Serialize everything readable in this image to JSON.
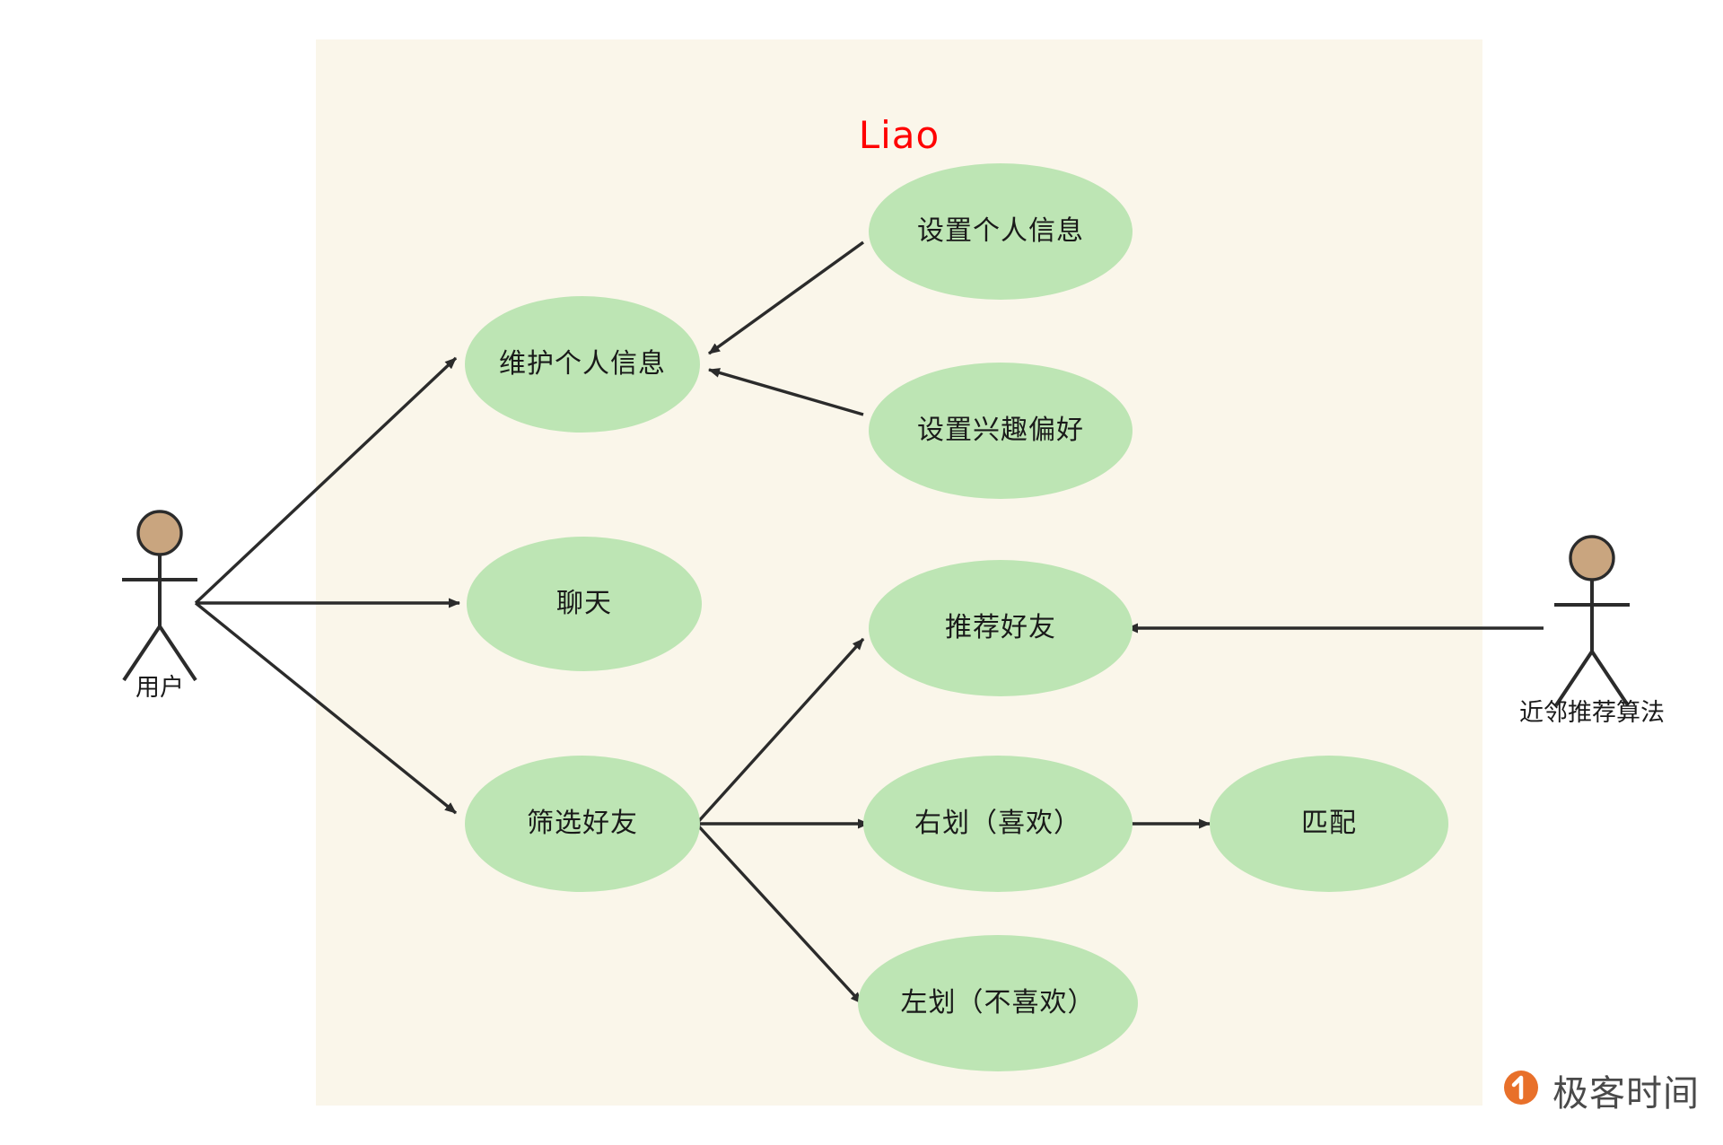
{
  "diagram": {
    "type": "uml-use-case-diagram",
    "system_boundary_title": "Liao",
    "title_color": "#ff0000",
    "boundary_fill": "#faf6ea",
    "usecase_fill": "#bde5b4",
    "line_color": "#2b2b2b",
    "actor_head_fill": "#c9a57f",
    "page_background": "#ffffff"
  },
  "actors": [
    {
      "id": "user",
      "label": "用户"
    },
    {
      "id": "algo",
      "label": "近邻推荐算法"
    }
  ],
  "use_cases": [
    {
      "id": "uc-maintain-profile",
      "label": "维护个人信息"
    },
    {
      "id": "uc-set-personal-info",
      "label": "设置个人信息"
    },
    {
      "id": "uc-set-interests",
      "label": "设置兴趣偏好"
    },
    {
      "id": "uc-chat",
      "label": "聊天"
    },
    {
      "id": "uc-filter-friends",
      "label": "筛选好友"
    },
    {
      "id": "uc-recommend-friends",
      "label": "推荐好友"
    },
    {
      "id": "uc-swipe-right",
      "label": "右划（喜欢）"
    },
    {
      "id": "uc-swipe-left",
      "label": "左划（不喜欢）"
    },
    {
      "id": "uc-match",
      "label": "匹配"
    }
  ],
  "relations": [
    {
      "from": "user",
      "to": "uc-maintain-profile"
    },
    {
      "from": "user",
      "to": "uc-chat"
    },
    {
      "from": "user",
      "to": "uc-filter-friends"
    },
    {
      "from": "uc-set-personal-info",
      "to": "uc-maintain-profile"
    },
    {
      "from": "uc-set-interests",
      "to": "uc-maintain-profile"
    },
    {
      "from": "uc-filter-friends",
      "to": "uc-recommend-friends"
    },
    {
      "from": "uc-filter-friends",
      "to": "uc-swipe-right"
    },
    {
      "from": "uc-filter-friends",
      "to": "uc-swipe-left"
    },
    {
      "from": "uc-swipe-right",
      "to": "uc-match"
    },
    {
      "from": "algo",
      "to": "uc-recommend-friends"
    }
  ],
  "watermark": {
    "label": "极客时间",
    "mark_color": "#e8702a"
  }
}
